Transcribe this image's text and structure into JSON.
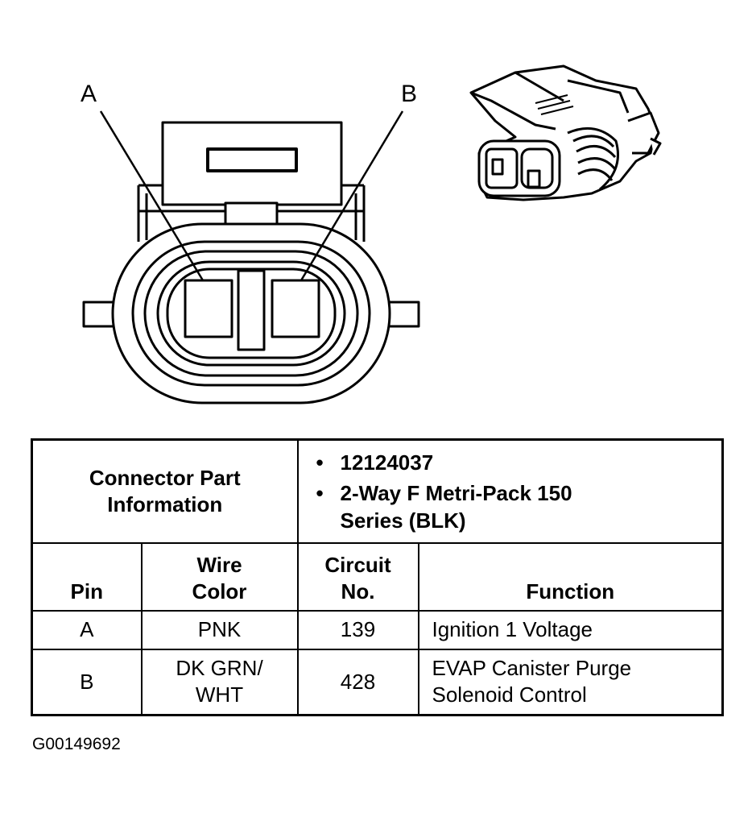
{
  "diagram": {
    "pin_labels": [
      "A",
      "B"
    ]
  },
  "connector_info": {
    "header_label": [
      "Connector Part",
      "Information"
    ],
    "details": [
      "12124037",
      "2-Way F Metri-Pack 150 Series (BLK)"
    ]
  },
  "table": {
    "columns": {
      "pin": "Pin",
      "wire_color": [
        "Wire",
        "Color"
      ],
      "circuit": [
        "Circuit",
        "No."
      ],
      "function": "Function"
    },
    "rows": [
      {
        "pin": "A",
        "wire_color": [
          "PNK"
        ],
        "circuit": "139",
        "function": [
          "Ignition 1 Voltage"
        ]
      },
      {
        "pin": "B",
        "wire_color": [
          "DK GRN/",
          "WHT"
        ],
        "circuit": "428",
        "function": [
          "EVAP Canister Purge",
          "Solenoid Control"
        ]
      }
    ]
  },
  "figure_id": "G00149692"
}
